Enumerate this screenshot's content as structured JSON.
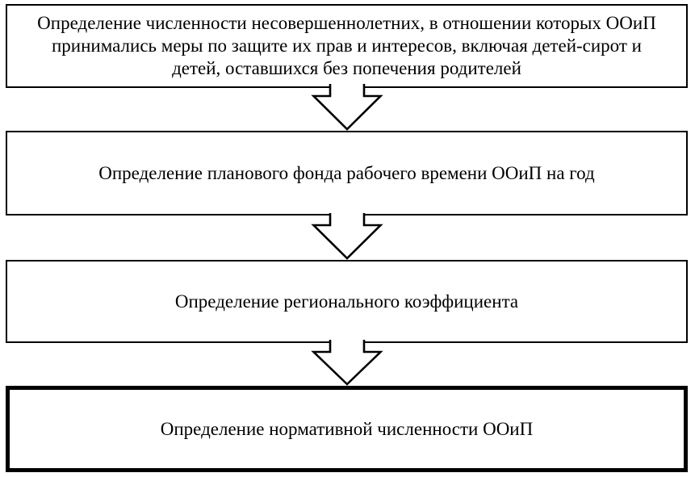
{
  "diagram": {
    "type": "flowchart",
    "direction": "top-down",
    "colors": {
      "background": "#ffffff",
      "box_fill": "#ffffff",
      "border": "#000000",
      "text": "#000000"
    },
    "boxes": [
      {
        "id": "step-1",
        "emphasis": false,
        "lines": [
          "Определение численности несовершеннолетних, в отношении которых ООиП",
          "принимались меры по защите их прав и интересов, включая детей-сирот и",
          "детей, оставшихся без попечения родителей"
        ]
      },
      {
        "id": "step-2",
        "emphasis": false,
        "lines": [
          "Определение планового фонда рабочего времени ООиП на год"
        ]
      },
      {
        "id": "step-3",
        "emphasis": false,
        "lines": [
          "Определение регионального коэффициента"
        ]
      },
      {
        "id": "step-4",
        "emphasis": true,
        "lines": [
          "Определение нормативной численности ООиП"
        ]
      }
    ],
    "connectors": [
      {
        "from": "step-1",
        "to": "step-2",
        "shape": "hollow-block-down-arrow"
      },
      {
        "from": "step-2",
        "to": "step-3",
        "shape": "hollow-block-down-arrow"
      },
      {
        "from": "step-3",
        "to": "step-4",
        "shape": "hollow-block-down-arrow"
      }
    ]
  }
}
